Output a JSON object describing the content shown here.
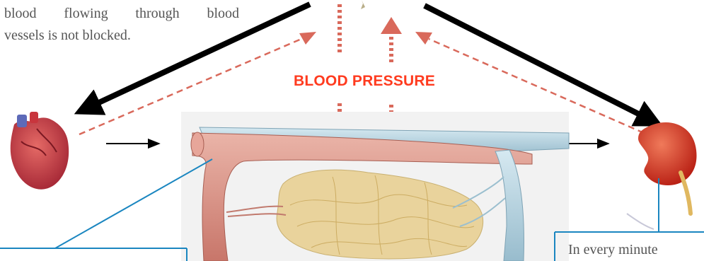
{
  "intro_text": {
    "line1": "blood flowing through blood",
    "line2": "vessels is not blocked."
  },
  "blood_pressure_label": "BLOOD PRESSURE",
  "kidney_callout_text": "In every minute",
  "colors": {
    "black_arrow": "#000000",
    "pressure_arrow": "#d9695b",
    "label": "#ff3b1f",
    "callout_line": "#1a86c0",
    "artery": "#d88c80",
    "vein": "#a9cad9",
    "capillary_bed": "#e9d39c",
    "heart": "#c8353d",
    "kidney": "#d42a1e"
  },
  "icons": [
    "heart-icon",
    "kidney-icon",
    "capillary-bed-illustration"
  ]
}
